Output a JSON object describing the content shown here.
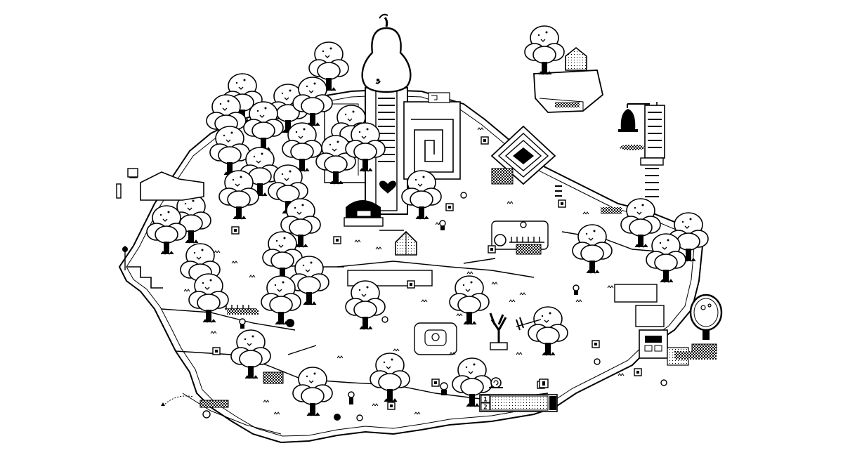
{
  "scene": {
    "background": "#ffffff",
    "ink": "#000000",
    "style": "1-bit pixel art overworld island map",
    "landmarks": [
      "pear-icon",
      "heart-icon",
      "bell-icon",
      "pyramid",
      "mirror-icon",
      "snail-icon",
      "dome-hut",
      "staircase"
    ]
  },
  "hud": {
    "counters": [
      {
        "label": "1",
        "fill": 0.0
      },
      {
        "label": "2",
        "fill": 0.0
      }
    ]
  }
}
